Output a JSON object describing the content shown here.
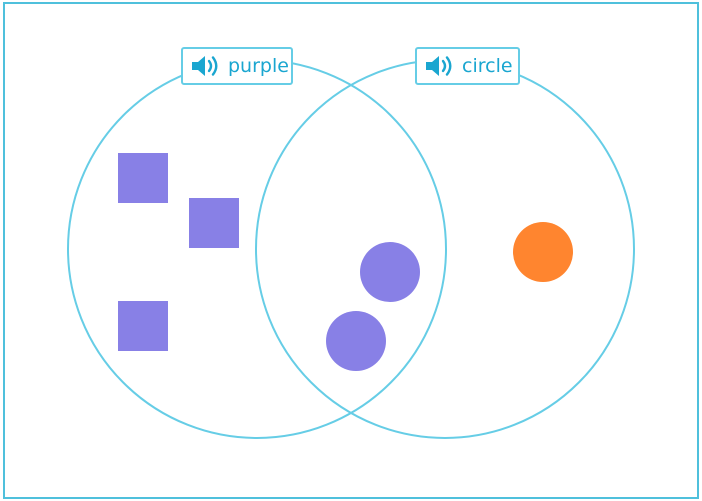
{
  "colors": {
    "frame_border": "#4fc0dc",
    "circle_stroke": "#66cde6",
    "purple_shape": "#8880e6",
    "orange_shape": "#ff852f",
    "label_text": "#1aa6d0",
    "speaker_icon": "#1aa6d0"
  },
  "labels": {
    "left": {
      "text": "purple",
      "icon": "speaker-icon"
    },
    "right": {
      "text": "circle",
      "icon": "speaker-icon"
    }
  },
  "items": [
    {
      "shape": "square",
      "color": "purple",
      "region": "left-only"
    },
    {
      "shape": "square",
      "color": "purple",
      "region": "left-only"
    },
    {
      "shape": "square",
      "color": "purple",
      "region": "left-only"
    },
    {
      "shape": "circle",
      "color": "purple",
      "region": "overlap"
    },
    {
      "shape": "circle",
      "color": "purple",
      "region": "overlap"
    },
    {
      "shape": "circle",
      "color": "orange",
      "region": "right-only"
    }
  ]
}
